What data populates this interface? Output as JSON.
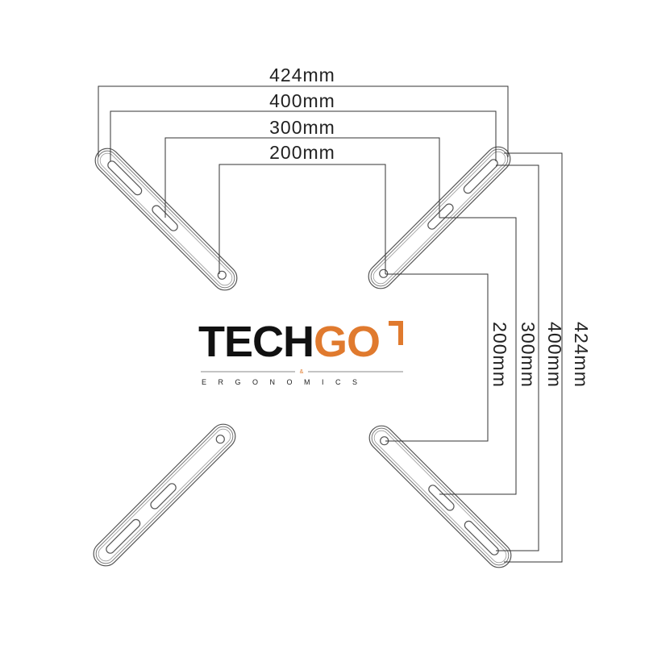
{
  "dimensions": {
    "horizontal": [
      "424mm",
      "400mm",
      "300mm",
      "200mm"
    ],
    "vertical": [
      "424mm",
      "400mm",
      "300mm",
      "200mm"
    ]
  },
  "logo": {
    "text_black": "TECH",
    "text_orange": "GO",
    "ampersand": "&",
    "subtitle": "ERGONOMICS",
    "colors": {
      "black": "#111111",
      "orange": "#e07a2e"
    }
  }
}
